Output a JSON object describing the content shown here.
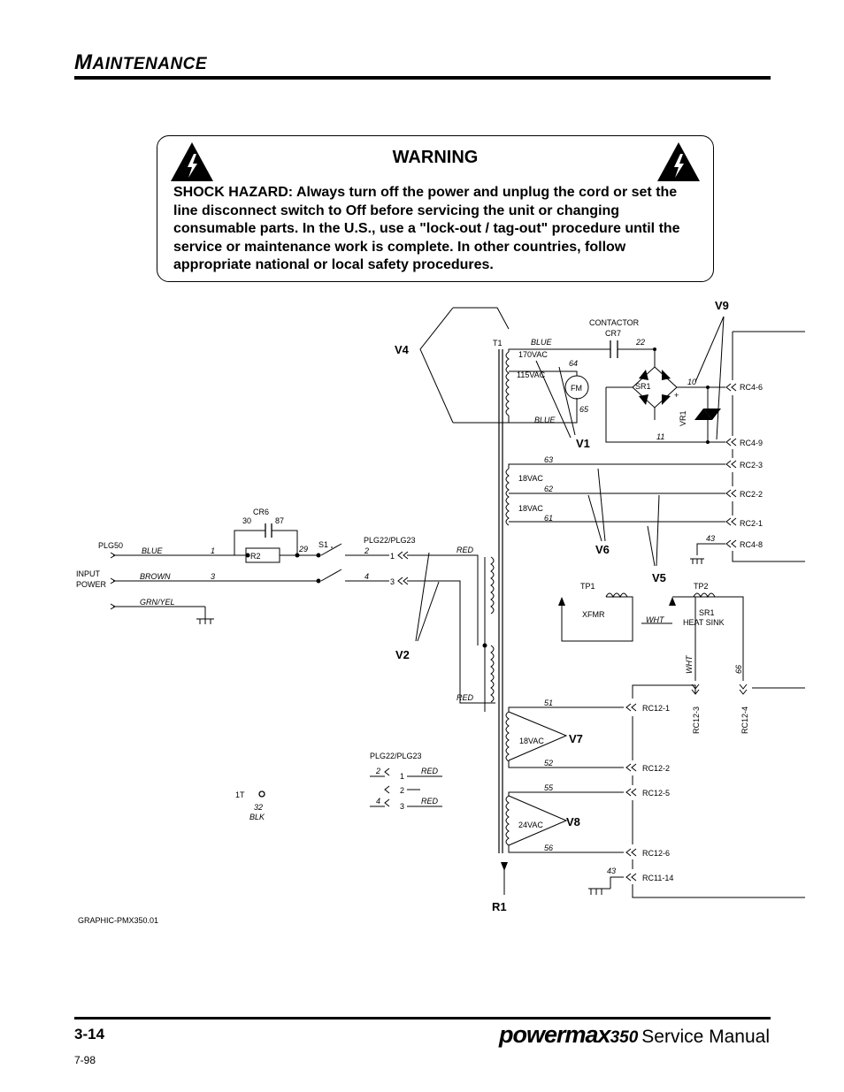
{
  "header": {
    "title_cap": "M",
    "title_rest": "AINTENANCE"
  },
  "warning": {
    "title": "WARNING",
    "body": "SHOCK HAZARD:  Always turn off the power and unplug the cord or set the line disconnect switch to Off before servicing the unit or changing consumable parts.  In the U.S., use a \"lock-out / tag-out\" procedure until the service or maintenance work is complete.  In other countries, follow appropriate national or local safety procedures."
  },
  "schematic": {
    "v_labels": {
      "v1": "V1",
      "v2": "V2",
      "v4": "V4",
      "v5": "V5",
      "v6": "V6",
      "v7": "V7",
      "v8": "V8",
      "v9": "V9",
      "r1": "R1"
    },
    "components": {
      "t1": "T1",
      "contactor": "CONTACTOR",
      "cr7": "CR7",
      "fm": "FM",
      "sr1": "SR1",
      "vr1": "VR1",
      "cr6": "CR6",
      "r2": "R2",
      "s1": "S1",
      "plg_pair": "PLG22/PLG23",
      "plg50": "PLG50",
      "input_power_1": "INPUT",
      "input_power_2": "POWER",
      "tp1": "TP1",
      "xfmr": "XFMR",
      "tp2": "TP2",
      "sr1_heatsink_1": "SR1",
      "sr1_heatsink_2": "HEAT  SINK",
      "one_t": "1T",
      "v170": "170VAC",
      "v115": "115VAC",
      "v18a": "18VAC",
      "v18b": "18VAC",
      "v18c": "18VAC",
      "v24": "24VAC",
      "plus": "+"
    },
    "connectors": {
      "rc4_6": "RC4-6",
      "rc4_9": "RC4-9",
      "rc2_3": "RC2-3",
      "rc2_2": "RC2-2",
      "rc2_1": "RC2-1",
      "rc4_8": "RC4-8",
      "rc12_1": "RC12-1",
      "rc12_2": "RC12-2",
      "rc12_5": "RC12-5",
      "rc12_6": "RC12-6",
      "rc11_14": "RC11-14",
      "rc12_3": "RC12-3",
      "rc12_4": "RC12-4"
    },
    "wires": {
      "blue1": "BLUE",
      "blue2": "BLUE",
      "w22": "22",
      "w64": "64",
      "w65": "65",
      "w10": "10",
      "w11": "11",
      "w63": "63",
      "w62": "62",
      "w61": "61",
      "w43a": "43",
      "w43b": "43",
      "w51": "51",
      "w52": "52",
      "w55": "55",
      "w56": "56",
      "w30": "30",
      "w87": "87",
      "w29": "29",
      "w1": "1",
      "w3": "3",
      "w2": "2",
      "w4": "4",
      "p1": "1",
      "p3": "3",
      "red1": "RED",
      "red2": "RED",
      "blue_in": "BLUE",
      "brown_in": "BROWN",
      "grnyel": "GRN/YEL",
      "wht1": "WHT",
      "wht2": "WHT",
      "w66": "66",
      "pp2": "2",
      "pp4": "4",
      "pp1": "1",
      "pp2b": "2",
      "pp3": "3",
      "red3": "RED",
      "red4": "RED",
      "w32": "32",
      "blk": "BLK"
    }
  },
  "footer": {
    "graphic_id": "GRAPHIC-PMX350.01",
    "page_number": "3-14",
    "date": "7-98",
    "brand_name": "powermax",
    "brand_model": "350",
    "brand_suffix": "Service Manual"
  }
}
